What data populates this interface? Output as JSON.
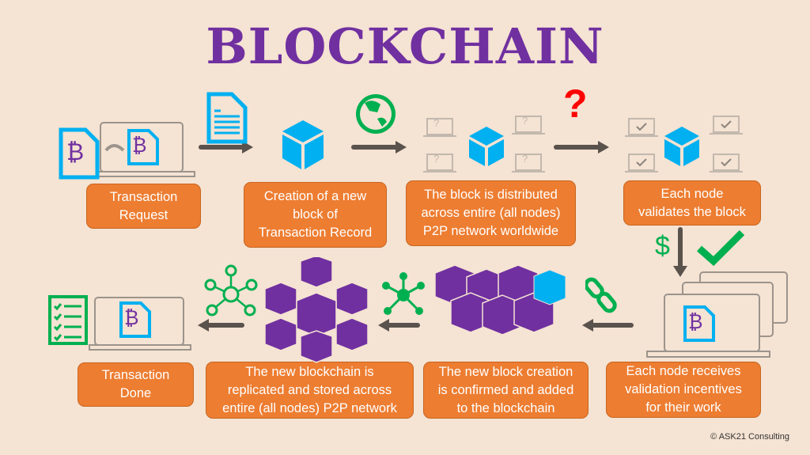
{
  "title": "BLOCKCHAIN",
  "steps": [
    {
      "label": "Transaction\nRequest"
    },
    {
      "label": "Creation of a new\nblock of\nTransaction Record"
    },
    {
      "label": "The block is distributed\nacross entire (all nodes)\nP2P network worldwide"
    },
    {
      "label": "Each node\nvalidates the block"
    },
    {
      "label": "Each node receives\nvalidation incentives\nfor their work"
    },
    {
      "label": "The new block creation\nis confirmed and added\nto the blockchain"
    },
    {
      "label": "The new blockchain is\nreplicated and stored across\nentire (all nodes) P2P network"
    },
    {
      "label": "Transaction\nDone"
    }
  ],
  "symbols": {
    "question": "?",
    "dollar": "$",
    "bitcoin": "₿",
    "check": "✓"
  },
  "copyright": "© ASK21 Consulting",
  "colors": {
    "title": "#7030a0",
    "box": "#ed7d31",
    "blue": "#00b0f0",
    "green": "#00b050",
    "arrow": "#5a524c",
    "bg": "#f5e3d3"
  }
}
